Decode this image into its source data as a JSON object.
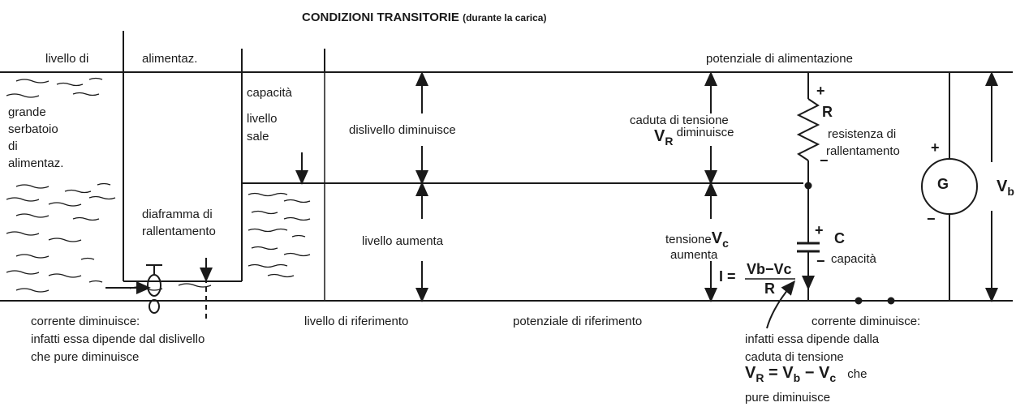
{
  "title": "CONDIZIONI TRANSITORIE",
  "title_note": "(durante la carica)",
  "hydraulic": {
    "top_left_label": "livello di",
    "top_mid_label": "alimentaz.",
    "reservoir": [
      "grande",
      "serbatoio",
      "di",
      "alimentaz."
    ],
    "capacity": [
      "capacità",
      "livello",
      "sale"
    ],
    "diaphragm": [
      "diaframma di",
      "rallentamento"
    ],
    "level_difference": "dislivello diminuisce",
    "level_rises": "livello aumenta",
    "reference_level": "livello di riferimento",
    "current_note": [
      "corrente diminuisce:",
      "infatti essa dipende dal dislivello",
      "che pure diminuisce"
    ]
  },
  "electric": {
    "supply_potential": "potenziale di alimentazione",
    "reference_potential": "potenziale di riferimento",
    "drop_label": "caduta di tensione",
    "drop_symbol": "V",
    "drop_sub": "R",
    "drop_state": "diminuisce",
    "resistor_symbol": "R",
    "resistor_label": [
      "resistenza di",
      "rallentamento"
    ],
    "generator_symbol": "G",
    "vb_symbol": "V",
    "vb_sub": "b",
    "capacitor_symbol": "C",
    "capacitor_label": "capacità",
    "vc_prefix": "tensione",
    "vc_symbol": "V",
    "vc_sub": "c",
    "vc_state": "aumenta",
    "current_formula_lhs": "I =",
    "current_formula_num": "Vb−Vc",
    "current_formula_den": "R",
    "current_note": [
      "corrente diminuisce:",
      "infatti essa dipende dalla",
      "caduta di tensione"
    ],
    "equation_parts": [
      "V",
      "R",
      " = V",
      "b",
      " − V",
      "c"
    ],
    "equation_tail": "che",
    "final_line": "pure diminuisce",
    "plus": "+",
    "minus": "−"
  }
}
